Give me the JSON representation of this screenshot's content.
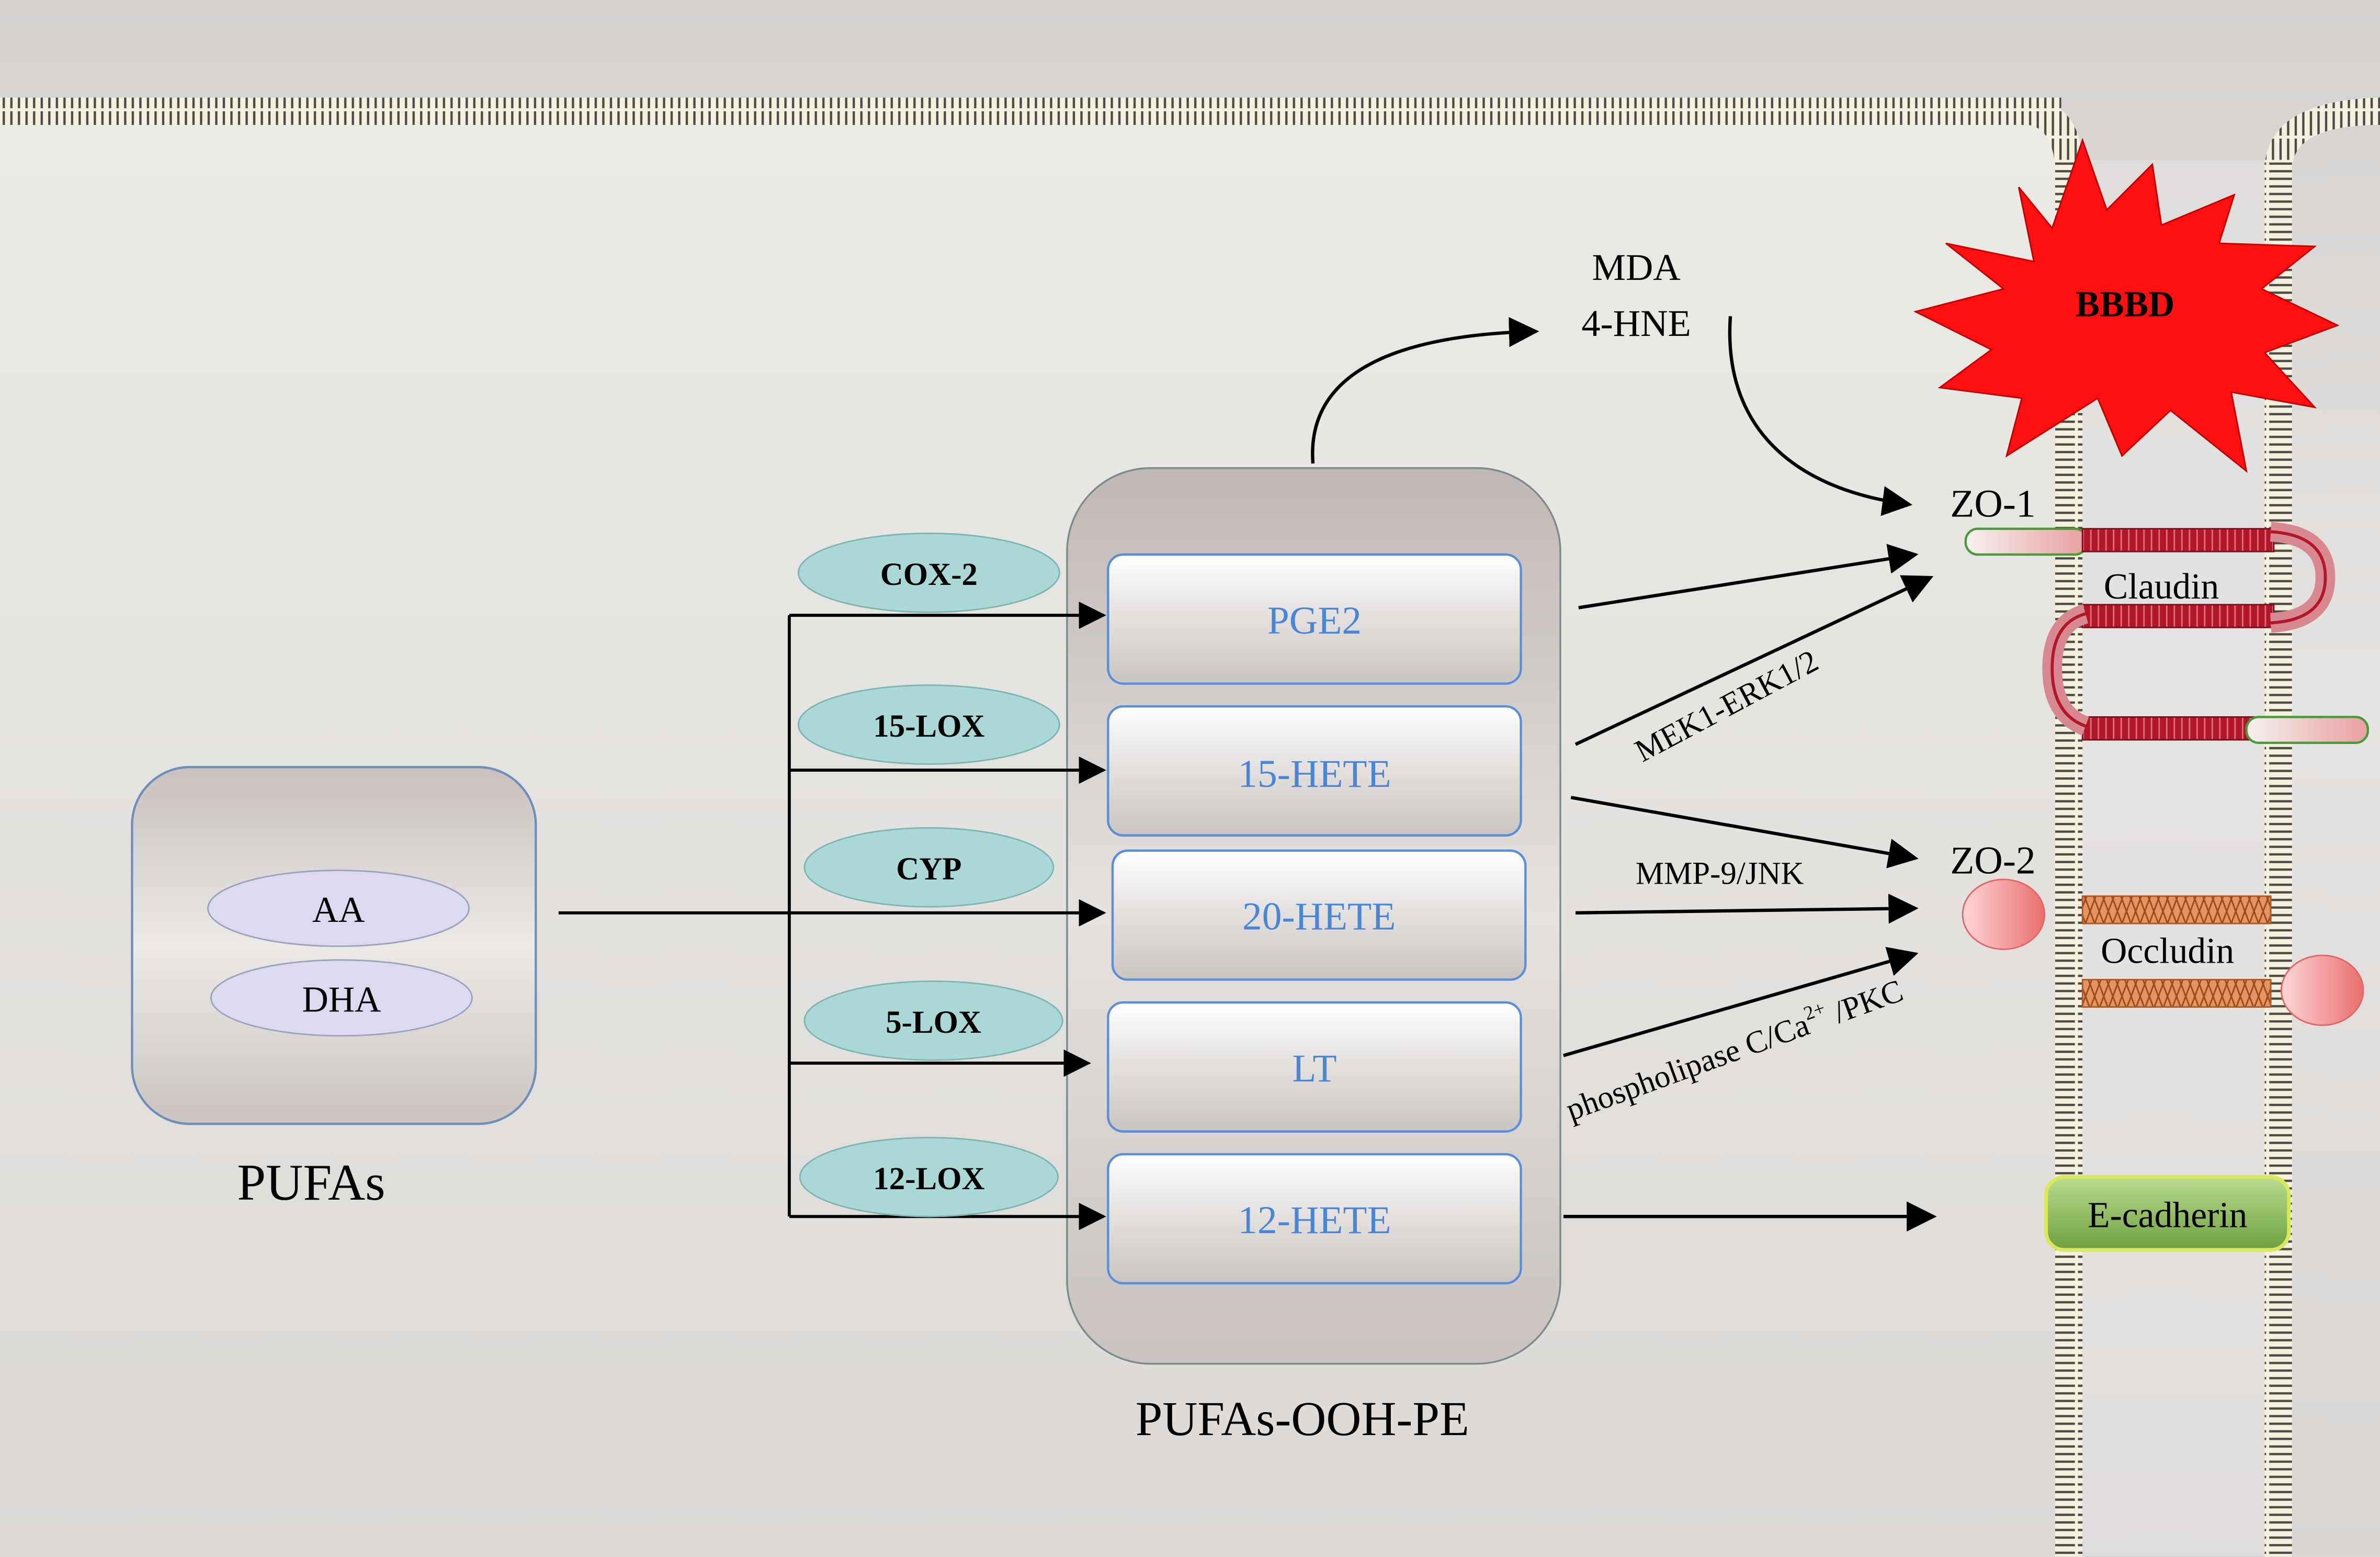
{
  "source": {
    "group_label": "PUFAs",
    "items": [
      "AA",
      "DHA"
    ]
  },
  "enzymes": [
    "COX-2",
    "15-LOX",
    "CYP",
    "5-LOX",
    "12-LOX"
  ],
  "products": {
    "group_label": "PUFAs-OOH-PE",
    "items": [
      "PGE2",
      "15-HETE",
      "20-HETE",
      "LT",
      "12-HETE"
    ]
  },
  "aldehydes": [
    "MDA",
    "4-HNE"
  ],
  "pathways": {
    "mek": "MEK1-ERK1/2",
    "mmp": "MMP-9/JNK",
    "plc_prefix": "phospholipase  C/Ca",
    "plc_sup": "2+",
    "plc_suffix": " /PKC"
  },
  "junction_proteins": {
    "zo1": "ZO-1",
    "zo2": "ZO-2",
    "claudin": "Claudin",
    "occludin": "Occludin",
    "ecadherin": "E-cadherin"
  },
  "outcome": "BBBD",
  "colors": {
    "enzyme_fill": "#a9d8d6",
    "product_text": "#4a86d6",
    "source_item_fill": "#dcdaf0",
    "bbbd_fill": "#ff1010",
    "claudin": "#b1172b",
    "occludin": "#d26a2e",
    "ecadherin_fill": "#86b857",
    "zo_fill": "#f39a9a"
  }
}
